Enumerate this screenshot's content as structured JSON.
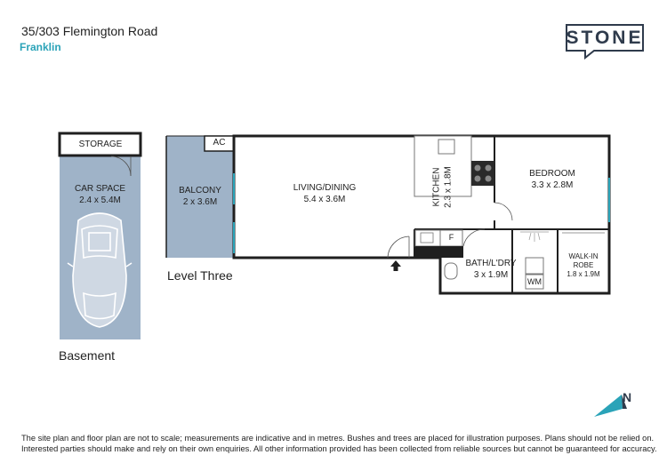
{
  "header": {
    "address": "35/303 Flemington Road",
    "suburb": "Franklin"
  },
  "logo": {
    "text": "STONE"
  },
  "rooms": {
    "storage": "STORAGE",
    "car_space_name": "CAR SPACE",
    "car_space_size": "2.4 x 5.4M",
    "ac": "AC",
    "balcony_name": "BALCONY",
    "balcony_size": "2 x 3.6M",
    "living_name": "LIVING/DINING",
    "living_size": "5.4 x 3.6M",
    "kitchen_name": "KITCHEN",
    "kitchen_size": "2.3 x 1.8M",
    "bedroom_name": "BEDROOM",
    "bedroom_size": "3.3 x 2.8M",
    "fridge": "F",
    "bath_name": "BATH/L'DRY",
    "bath_size": "3 x 1.9M",
    "wm": "WM",
    "robe_name_1": "WALK-IN",
    "robe_name_2": "ROBE",
    "robe_size": "1.8 x 1.9M"
  },
  "levels": {
    "level_three": "Level Three",
    "basement": "Basement"
  },
  "compass": {
    "label": "N"
  },
  "disclaimer": {
    "line1": "The site plan and floor plan are not to scale; measurements are indicative and in metres. Bushes and trees are placed for illustration purposes. Plans should not be relied on.",
    "line2": "Interested parties should make and rely on their own enquiries. All other information provided has been collected from reliable sources but cannot be guaranteed for accuracy."
  },
  "colors": {
    "accent": "#2aa3b8",
    "brand": "#2f3b4c",
    "blue_fill": "#9fb3c8",
    "wall": "#1f1f1f"
  }
}
